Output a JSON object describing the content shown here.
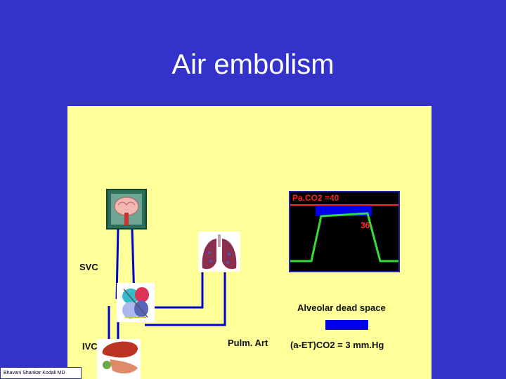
{
  "slide": {
    "title": "Air embolism",
    "credit": "Bhavani Shankar Kodali MD"
  },
  "labels": {
    "svc": "SVC",
    "ivc": "IVC",
    "pulm_art": "Pulm. Art",
    "alveolar_dead_space": "Alveolar dead space",
    "gradient": "(a-ET)CO2 = 3 mm.Hg"
  },
  "monitor": {
    "header": "Pa.CO2 =40",
    "value": "36"
  },
  "icons": [
    "brain-icon",
    "lungs-icon",
    "heart-icon",
    "liver-icon"
  ],
  "colors": {
    "background": "#3333cc",
    "panel": "#ffff99",
    "vessel": "#0000cc",
    "capnogram_trace": "#33dd33",
    "paco2_line": "#ff2222",
    "dead_space": "#0000ee"
  }
}
